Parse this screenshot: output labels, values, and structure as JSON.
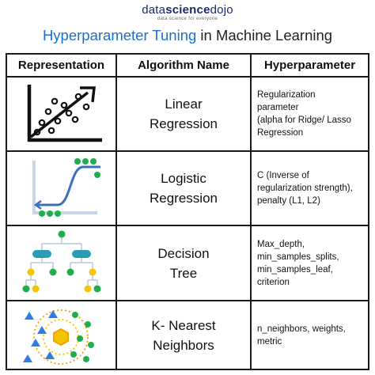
{
  "logo": {
    "prefix": "data",
    "middle": "science",
    "suffix": "dojo",
    "tagline": "data science for everyone"
  },
  "title": {
    "highlight": "Hyperparameter Tuning",
    "rest": " in Machine Learning"
  },
  "table": {
    "headers": [
      "Representation",
      "Algorithm Name",
      "Hyperparameter"
    ],
    "rows": [
      {
        "icon": "linear-regression-scatter-icon",
        "algo": [
          "Linear",
          "Regression"
        ],
        "hyper": [
          "Regularization",
          "parameter",
          "(alpha for Ridge/ Lasso",
          "Regression"
        ]
      },
      {
        "icon": "logistic-sigmoid-icon",
        "algo": [
          "Logistic",
          "Regression"
        ],
        "hyper": [
          "C (Inverse of",
          "regularization strength),",
          "penalty (L1, L2)"
        ]
      },
      {
        "icon": "decision-tree-icon",
        "algo": [
          "Decision",
          "Tree"
        ],
        "hyper": [
          "Max_depth,",
          "min_samples_splits,",
          "min_samples_leaf,",
          "criterion"
        ]
      },
      {
        "icon": "knn-clusters-icon",
        "algo": [
          "K- Nearest",
          "Neighbors"
        ],
        "hyper": [
          "n_neighbors, weights,",
          "metric"
        ]
      }
    ]
  },
  "colors": {
    "title_accent": "#1c6fd1",
    "green": "#1fae4b",
    "teal": "#2a9db5",
    "blue": "#2f7de1",
    "yellow": "#f5c400",
    "orange": "#f5a000"
  }
}
